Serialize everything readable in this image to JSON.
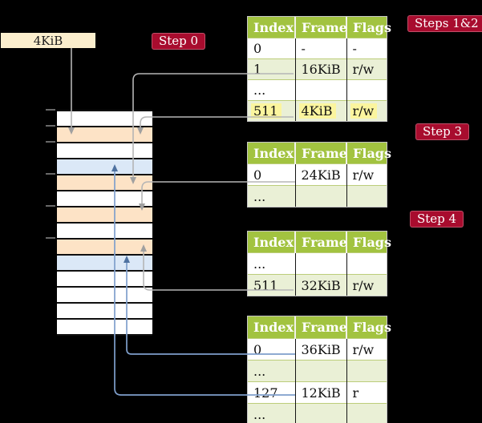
{
  "frame_box": {
    "label": "4KiB"
  },
  "steps": [
    {
      "text": "Step 0"
    },
    {
      "text": "Steps 1&2"
    },
    {
      "text": "Step 3"
    },
    {
      "text": "Step 4"
    }
  ],
  "memory": {
    "description": "physical memory frames column, 14 rows, ticks on left edge",
    "rows": [
      {
        "fill": "white"
      },
      {
        "fill": "peach"
      },
      {
        "fill": "white"
      },
      {
        "fill": "blue"
      },
      {
        "fill": "peach"
      },
      {
        "fill": "white"
      },
      {
        "fill": "peach"
      },
      {
        "fill": "white"
      },
      {
        "fill": "peach"
      },
      {
        "fill": "blue"
      },
      {
        "fill": "white"
      },
      {
        "fill": "white"
      },
      {
        "fill": "white"
      },
      {
        "fill": "white"
      }
    ]
  },
  "tables": [
    {
      "name": "page-table-steps-1-2",
      "headers": [
        "Index",
        "Frame",
        "Flags"
      ],
      "rows": [
        [
          "0",
          "-",
          "-"
        ],
        [
          "1",
          "16KiB",
          "r/w"
        ],
        [
          "...",
          "",
          ""
        ],
        [
          "511",
          "4KiB",
          "r/w"
        ]
      ],
      "highlighted_row": "511 | 4KiB | r/w"
    },
    {
      "name": "page-table-step-3",
      "headers": [
        "Index",
        "Frame",
        "Flags"
      ],
      "rows": [
        [
          "0",
          "24KiB",
          "r/w"
        ],
        [
          "...",
          "",
          ""
        ]
      ]
    },
    {
      "name": "page-table-step-4",
      "headers": [
        "Index",
        "Frame",
        "Flags"
      ],
      "rows": [
        [
          "...",
          "",
          ""
        ],
        [
          "511",
          "32KiB",
          "r/w"
        ]
      ]
    },
    {
      "name": "page-table-leaf",
      "headers": [
        "Index",
        "Frame",
        "Flags"
      ],
      "rows": [
        [
          "0",
          "36KiB",
          "r/w"
        ],
        [
          "...",
          "",
          ""
        ],
        [
          "127",
          "12KiB",
          "r"
        ],
        [
          "...",
          "",
          ""
        ]
      ]
    }
  ],
  "colors": {
    "background": "#000000",
    "table_header_green": "#a2c340",
    "table_row_green": "#eaf0d6",
    "table_row_separator": "#bccd7a",
    "memory_frame_peach": "#fde3c6",
    "memory_frame_blue": "#dbe8f7",
    "frame_box_cream": "#fbeecd",
    "highlight_yellow": "#fbf59e",
    "step_label_crimson": "#a80c2e",
    "gray_connector": "#b5b5b5",
    "blue_connector": "#7f9fcc"
  }
}
